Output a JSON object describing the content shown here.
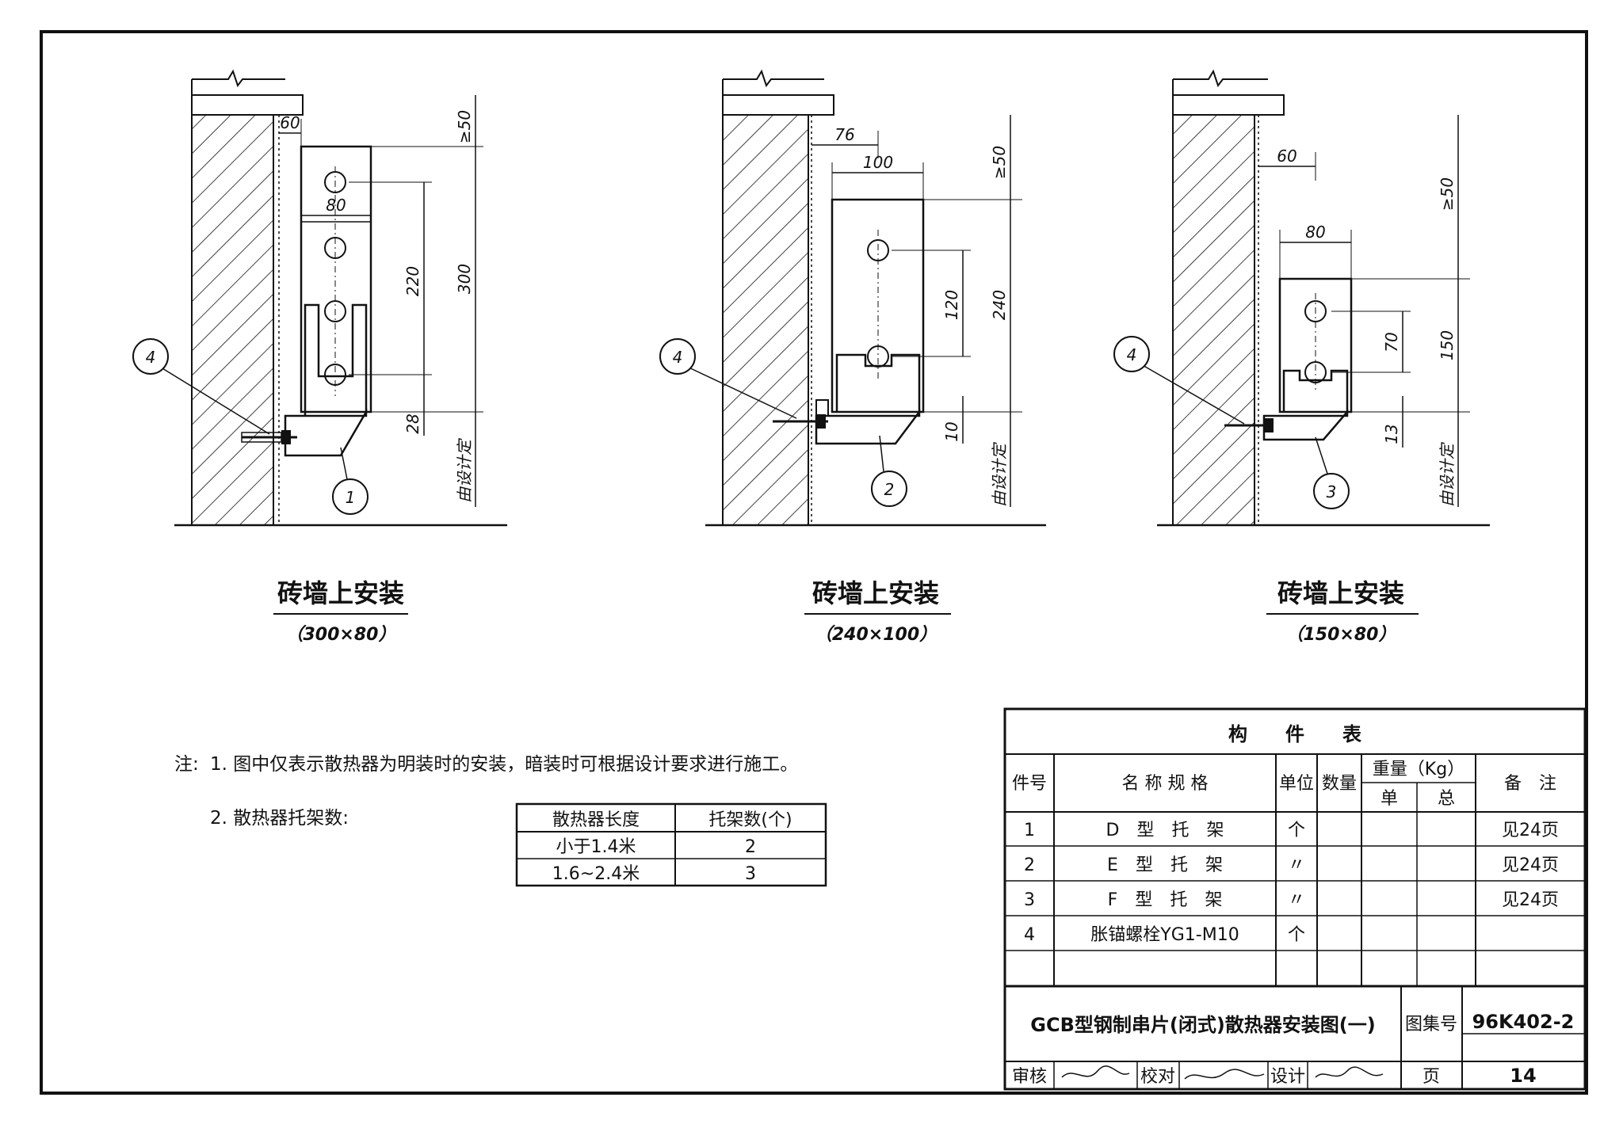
{
  "diagrams": [
    {
      "title": "砖墙上安装",
      "subtitle": "（300×80）",
      "part_no": "1",
      "anchor_no": "4",
      "dims": {
        "offset": "60",
        "width": "80",
        "spacing": "220",
        "height": "300",
        "bottom": "28",
        "top": "≥50",
        "design": "由设计定"
      }
    },
    {
      "title": "砖墙上安装",
      "subtitle": "（240×100）",
      "part_no": "2",
      "anchor_no": "4",
      "dims": {
        "offset": "76",
        "width": "100",
        "spacing": "120",
        "height": "240",
        "bottom": "10",
        "top": "≥50",
        "design": "由设计定"
      }
    },
    {
      "title": "砖墙上安装",
      "subtitle": "（150×80）",
      "part_no": "3",
      "anchor_no": "4",
      "dims": {
        "offset": "60",
        "width": "80",
        "spacing": "70",
        "height": "150",
        "bottom": "13",
        "top": "≥50",
        "design": "由设计定"
      }
    }
  ],
  "notes": {
    "prefix": "注:",
    "note1": "1. 图中仅表示散热器为明装时的安装，暗装时可根据设计要求进行施工。",
    "note2": "2. 散热器托架数:"
  },
  "bracket_table": {
    "headers": [
      "散热器长度",
      "托架数(个)"
    ],
    "rows": [
      [
        "小于1.4米",
        "2"
      ],
      [
        "1.6~2.4米",
        "3"
      ]
    ]
  },
  "parts_table": {
    "title": "构　　件　　表",
    "headers": {
      "no": "件号",
      "name": "名 称 规 格",
      "unit": "单位",
      "qty": "数量",
      "weight": "重量（Kg）",
      "unit_w": "单",
      "total_w": "总",
      "remark": "备　注"
    },
    "rows": [
      {
        "no": "1",
        "name": "D　型　托　架",
        "unit": "个",
        "remark": "见24页"
      },
      {
        "no": "2",
        "name": "E　型　托　架",
        "unit": "〃",
        "remark": "见24页"
      },
      {
        "no": "3",
        "name": "F　型　托　架",
        "unit": "〃",
        "remark": "见24页"
      },
      {
        "no": "4",
        "name": "胀锚螺栓YG1-M10",
        "unit": "个",
        "remark": ""
      }
    ]
  },
  "title_block": {
    "drawing_title": "GCB型钢制串片(闭式)散热器安装图(一)",
    "atlas_label": "图集号",
    "atlas_no": "96K402-2",
    "review": "审核",
    "check": "校对",
    "design": "设计",
    "page_label": "页",
    "page_no": "14"
  }
}
